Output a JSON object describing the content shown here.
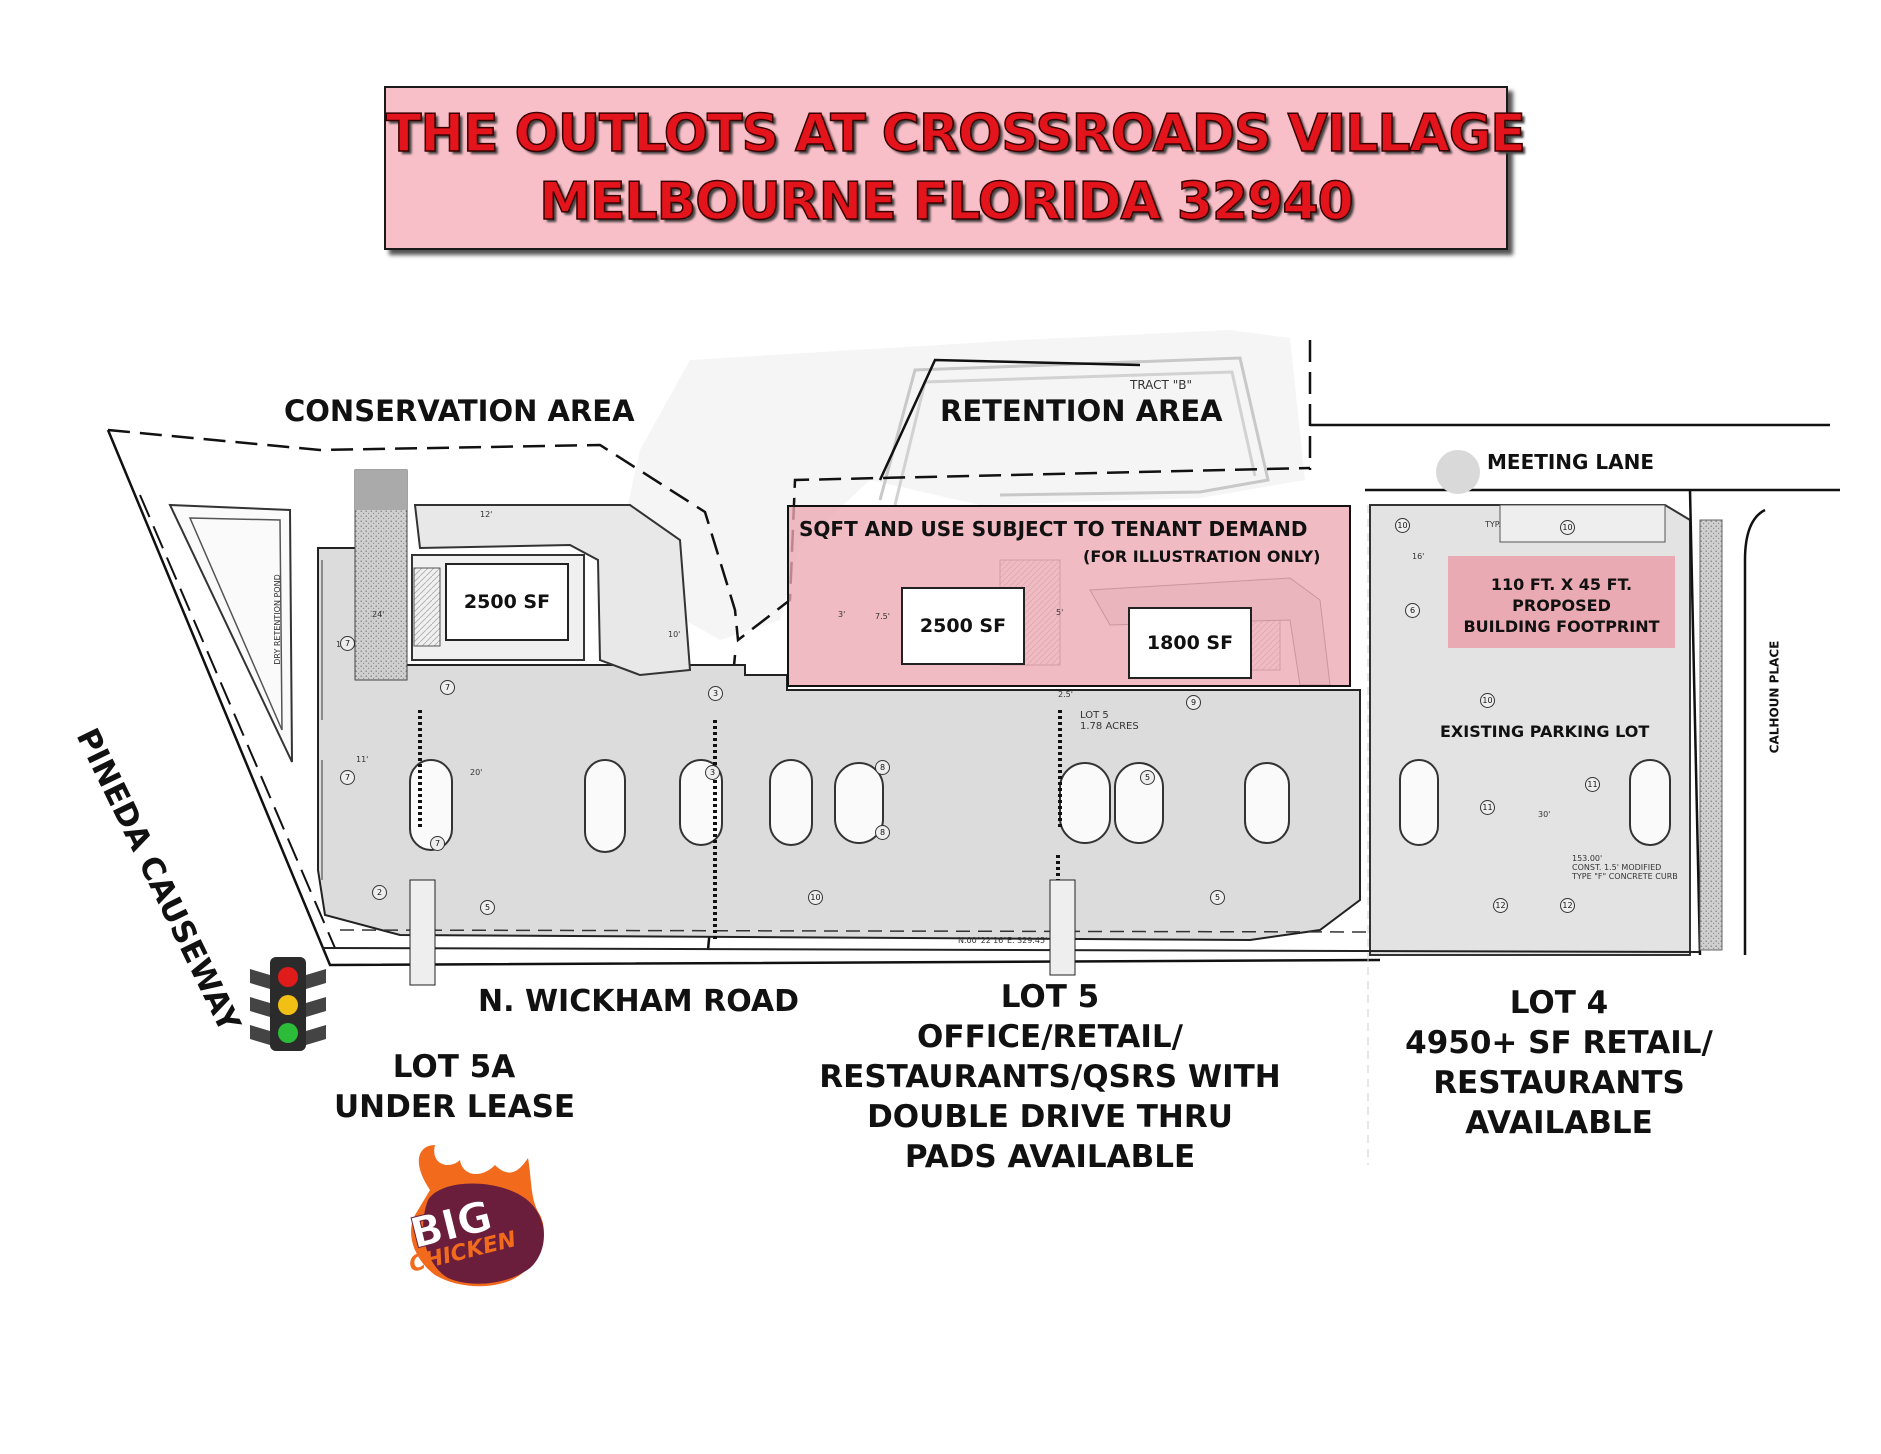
{
  "title": {
    "line1": "THE OUTLOTS AT CROSSROADS VILLAGE",
    "line2": "MELBOURNE FLORIDA 32940"
  },
  "areas": {
    "conservation": "CONSERVATION AREA",
    "retention": "RETENTION AREA",
    "tract": "TRACT \"B\"",
    "dry_pond": "DRY RETENTION POND",
    "existing_parking": "EXISTING PARKING LOT"
  },
  "roads": {
    "causeway": "PINEDA CAUSEWAY",
    "wickham": "N. WICKHAM ROAD",
    "meeting_lane": "MEETING LANE",
    "calhoun_place": "CALHOUN PLACE"
  },
  "buildings": {
    "b1_sf": "2500 SF",
    "b2_sf": "2500 SF",
    "b3_sf": "1800 SF",
    "footprint": [
      "110 FT. X 45 FT.",
      "PROPOSED",
      "BUILDING FOOTPRINT"
    ]
  },
  "tenant_note": {
    "line1": "SQFT AND USE SUBJECT TO TENANT DEMAND",
    "line2": "(FOR ILLUSTRATION ONLY)"
  },
  "lots": {
    "lot5a": [
      "LOT 5A",
      "UNDER LEASE"
    ],
    "lot5": [
      "LOT 5",
      "OFFICE/RETAIL/",
      "RESTAURANTS/QSRS WITH",
      "DOUBLE DRIVE THRU",
      "PADS AVAILABLE"
    ],
    "lot4": [
      "LOT 4",
      "4950+ SF RETAIL/",
      "RESTAURANTS",
      "AVAILABLE"
    ],
    "lot5_small": [
      "LOT 5",
      "1.78 ACRES"
    ]
  },
  "logo": {
    "line1": "BIG",
    "line2": "CHICKEN"
  },
  "survey": {
    "bearing": "N.00°22'16\"E.  329.45'",
    "curb_note": [
      "153.00'",
      "CONST. 1.5' MODIFIED",
      "TYPE \"F\" CONCRETE CURB"
    ]
  },
  "dims": {
    "d24": "24'",
    "d18": "18'",
    "d11": "11'",
    "d20": "20'",
    "d12": "12'",
    "d10": "10'",
    "d5": "5'",
    "d30": "30'",
    "typ": "TYP.",
    "d7_5": "7.5'",
    "d3": "3'",
    "d16": "16'",
    "d25": "2.5'"
  },
  "stall_counts": [
    "7",
    "7",
    "7",
    "7",
    "2",
    "5",
    "3",
    "3",
    "10",
    "8",
    "8",
    "5",
    "9",
    "5",
    "10",
    "6",
    "10",
    "11",
    "11",
    "12",
    "10",
    "12"
  ],
  "colors": {
    "title_fill": "#f8bfc8",
    "title_text": "#e3141c",
    "tenant_overlay": "#eca8b2",
    "footprint_fill": "#e9aab3",
    "pavement": "#d9d9d9",
    "logo_orange": "#f26b1d",
    "logo_maroon": "#6b1e3c"
  },
  "icons": [
    "traffic-light-icon",
    "accessible-parking-icon",
    "direction-arrow-icon",
    "big-chicken-logo"
  ]
}
